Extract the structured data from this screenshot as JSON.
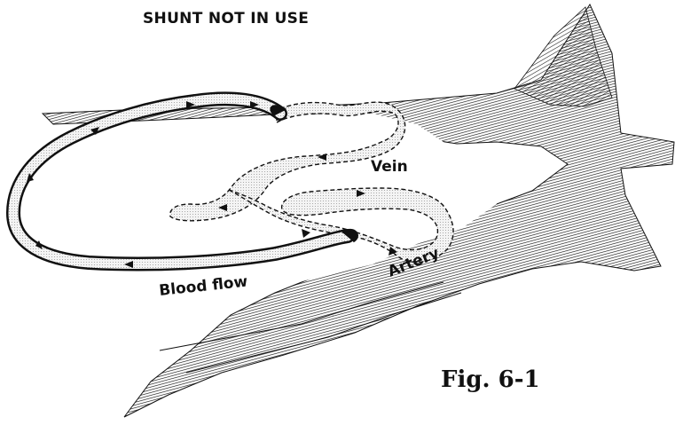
{
  "figure": {
    "title": "SHUNT NOT IN USE",
    "caption": "Fig. 6-1",
    "labels": {
      "vein": "Vein",
      "artery": "Artery",
      "blood_flow": "Blood flow"
    }
  }
}
